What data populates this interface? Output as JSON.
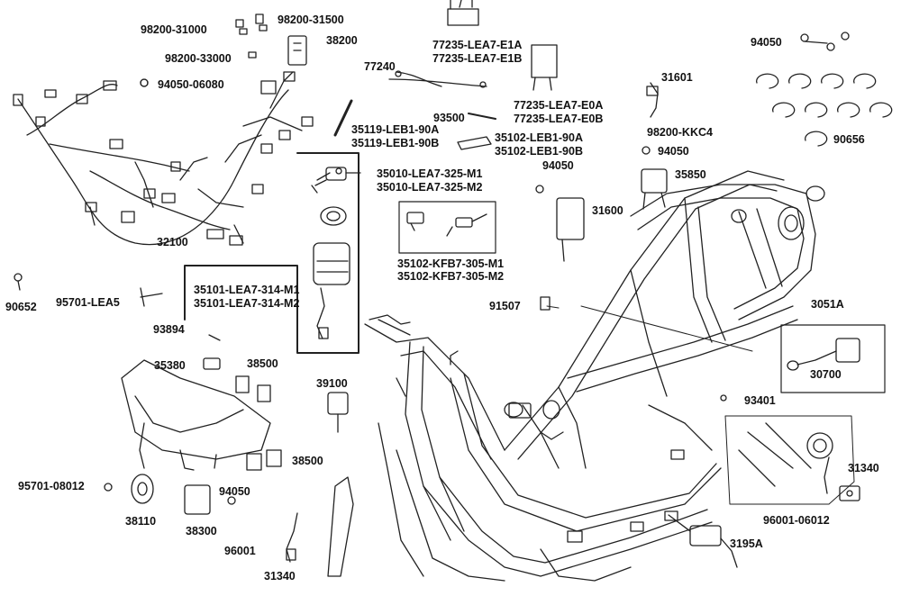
{
  "colors": {
    "ink": "#222222",
    "label": "#111111",
    "background": "#ffffff"
  },
  "labels": {
    "p98200_31000": "98200-31000",
    "p98200_31500": "98200-31500",
    "p38200": "38200",
    "p98200_33000": "98200-33000",
    "p94050_06080": "94050-06080",
    "p77235_e1a": "77235-LEA7-E1A",
    "p77235_e1b": "77235-LEA7-E1B",
    "p77240": "77240",
    "p77235_e0a": "77235-LEA7-E0A",
    "p77235_e0b": "77235-LEA7-E0B",
    "p94050_top": "94050",
    "p35119_90a": "35119-LEB1-90A",
    "p35119_90b": "35119-LEB1-90B",
    "p93500": "93500",
    "p35102_leb1_90a": "35102-LEB1-90A",
    "p35102_leb1_90b": "35102-LEB1-90B",
    "p31601": "31601",
    "p98200_kkc4": "98200-KKC4",
    "p94050_mid": "94050",
    "p90656": "90656",
    "p35010_m1": "35010-LEA7-325-M1",
    "p35010_m2": "35010-LEA7-325-M2",
    "p94050_ecu": "94050",
    "p35850": "35850",
    "p31600": "31600",
    "p32100": "32100",
    "p35102_kfb7_m1": "35102-KFB7-305-M1",
    "p35102_kfb7_m2": "35102-KFB7-305-M2",
    "p90652": "90652",
    "p95701_lea5": "95701-LEA5",
    "p35101_m1": "35101-LEA7-314-M1",
    "p35101_m2": "35101-LEA7-314-M2",
    "p91507": "91507",
    "p3051a": "3051A",
    "p93894": "93894",
    "p35380": "35380",
    "p38500_a": "38500",
    "p30700": "30700",
    "p39100": "39100",
    "p93401": "93401",
    "p38500_b": "38500",
    "p31340_r": "31340",
    "p95701_08012": "95701-08012",
    "p94050_bot": "94050",
    "p38110": "38110",
    "p38300": "38300",
    "p96001_06012": "96001-06012",
    "p96001": "96001",
    "p3195a": "3195A",
    "p31340_b": "31340"
  }
}
